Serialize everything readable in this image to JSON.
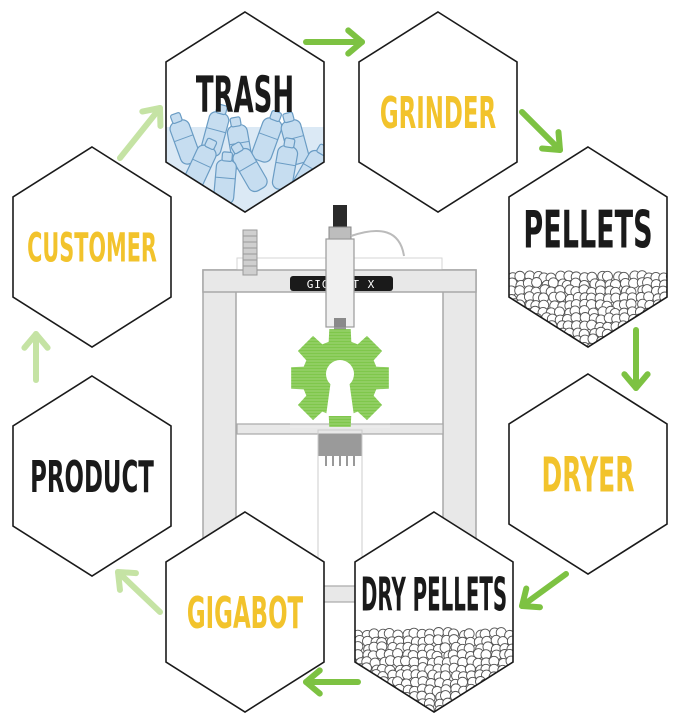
{
  "colors": {
    "yellow": "#f2c32c",
    "black": "#1a1a1a",
    "arrow_dark": "#7dc242",
    "arrow_light": "#c5e3a4",
    "gear": "#7fc74b",
    "frame": "#e6e6e6"
  },
  "printer": {
    "label": "GIGABOT X"
  },
  "stages": [
    {
      "id": "trash",
      "label": "TRASH",
      "color": "black",
      "fill": "bottles"
    },
    {
      "id": "grinder",
      "label": "GRINDER",
      "color": "yellow",
      "fill": "none"
    },
    {
      "id": "pellets",
      "label": "PELLETS",
      "color": "black",
      "fill": "pellets"
    },
    {
      "id": "dryer",
      "label": "DRYER",
      "color": "yellow",
      "fill": "none"
    },
    {
      "id": "dry-pellets",
      "label": "DRY PELLETS",
      "color": "black",
      "fill": "pellets"
    },
    {
      "id": "gigabot",
      "label": "GIGABOT",
      "color": "yellow",
      "fill": "none"
    },
    {
      "id": "product",
      "label": "PRODUCT",
      "color": "black",
      "fill": "none"
    },
    {
      "id": "customer",
      "label": "CUSTOMER",
      "color": "yellow",
      "fill": "none"
    }
  ]
}
